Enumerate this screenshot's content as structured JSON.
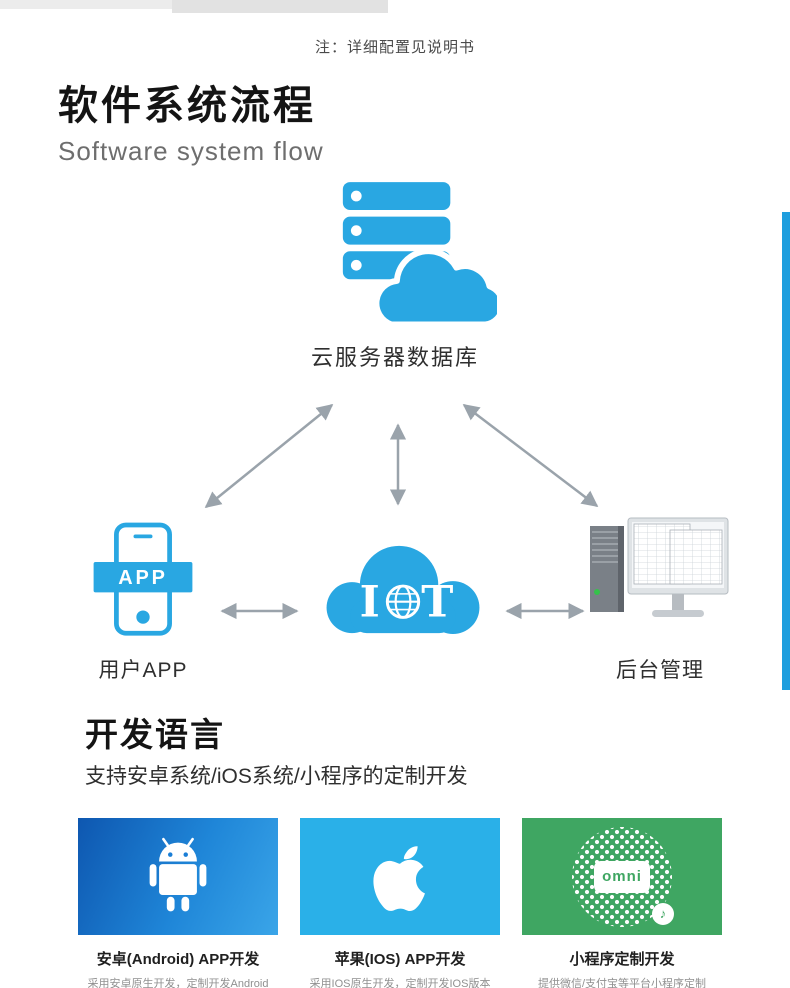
{
  "note": "注：详细配置见说明书",
  "flow": {
    "title": "软件系统流程",
    "subtitle": "Software system flow",
    "server_label": "云服务器数据库",
    "app": {
      "label": "用户APP",
      "badge": "APP"
    },
    "iot": {
      "left": "I",
      "right": "T"
    },
    "admin": {
      "label": "后台管理"
    }
  },
  "dev": {
    "title": "开发语言",
    "subtitle": "支持安卓系统/iOS系统/小程序的定制开发",
    "cards": [
      {
        "title": "安卓(Android) APP开发",
        "desc": "采用安卓原生开发，定制开发Android"
      },
      {
        "title": "苹果(IOS) APP开发",
        "desc": "采用IOS原生开发，定制开发IOS版本"
      },
      {
        "title": "小程序定制开发",
        "desc": "提供微信/支付宝等平台小程序定制",
        "qr_brand": "omni",
        "qr_note": "♪"
      }
    ]
  },
  "colors": {
    "primary_blue": "#29a7e2",
    "deep_blue": "#0e57b0",
    "cyan": "#2ab0e8",
    "green": "#3fa662",
    "arrow_gray": "#9aa3ab",
    "accent_strip": "#1e9ede"
  }
}
